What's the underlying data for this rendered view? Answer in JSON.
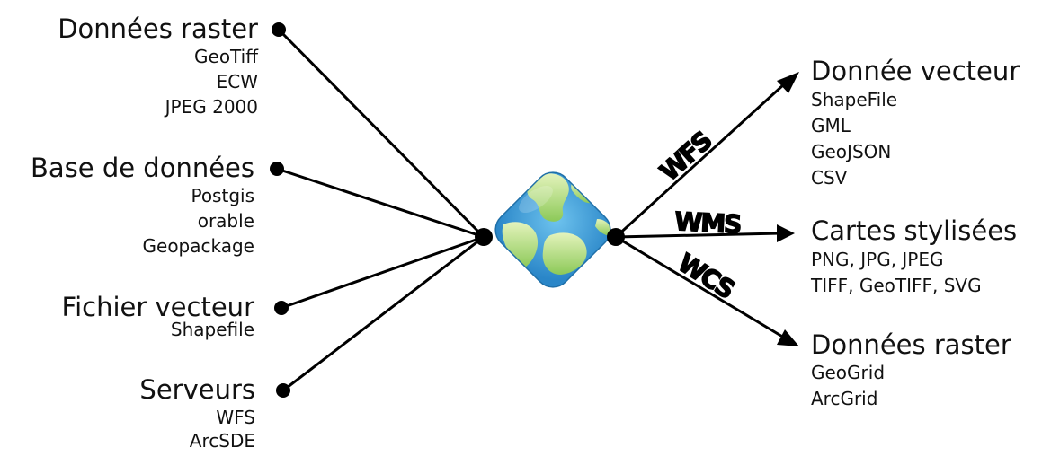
{
  "inputs": [
    {
      "title": "Données raster",
      "items": [
        "GeoTiff",
        "ECW",
        "JPEG 2000"
      ]
    },
    {
      "title": "Base de données",
      "items": [
        "Postgis",
        "orable",
        "Geopackage"
      ]
    },
    {
      "title": "Fichier vecteur",
      "items": [
        "Shapefile"
      ]
    },
    {
      "title": "Serveurs",
      "items": [
        "WFS",
        "ArcSDE"
      ]
    }
  ],
  "outputs": [
    {
      "protocol": "WFS",
      "title": "Donnée vecteur",
      "items": [
        "ShapeFile",
        "GML",
        "GeoJSON",
        "CSV"
      ]
    },
    {
      "protocol": "WMS",
      "title": "Cartes stylisées",
      "items": [
        "PNG, JPG, JPEG",
        "TIFF, GeoTIFF, SVG"
      ]
    },
    {
      "protocol": "WCS",
      "title": "Données raster",
      "items": [
        "GeoGrid",
        "ArcGrid"
      ]
    }
  ],
  "colors": {
    "line": "#000000",
    "ocean_light": "#6ec3ee",
    "ocean_dark": "#2a86c8",
    "land_light": "#e4f3bc",
    "land_dark": "#8cc958"
  },
  "center_icon": "globe-icon"
}
